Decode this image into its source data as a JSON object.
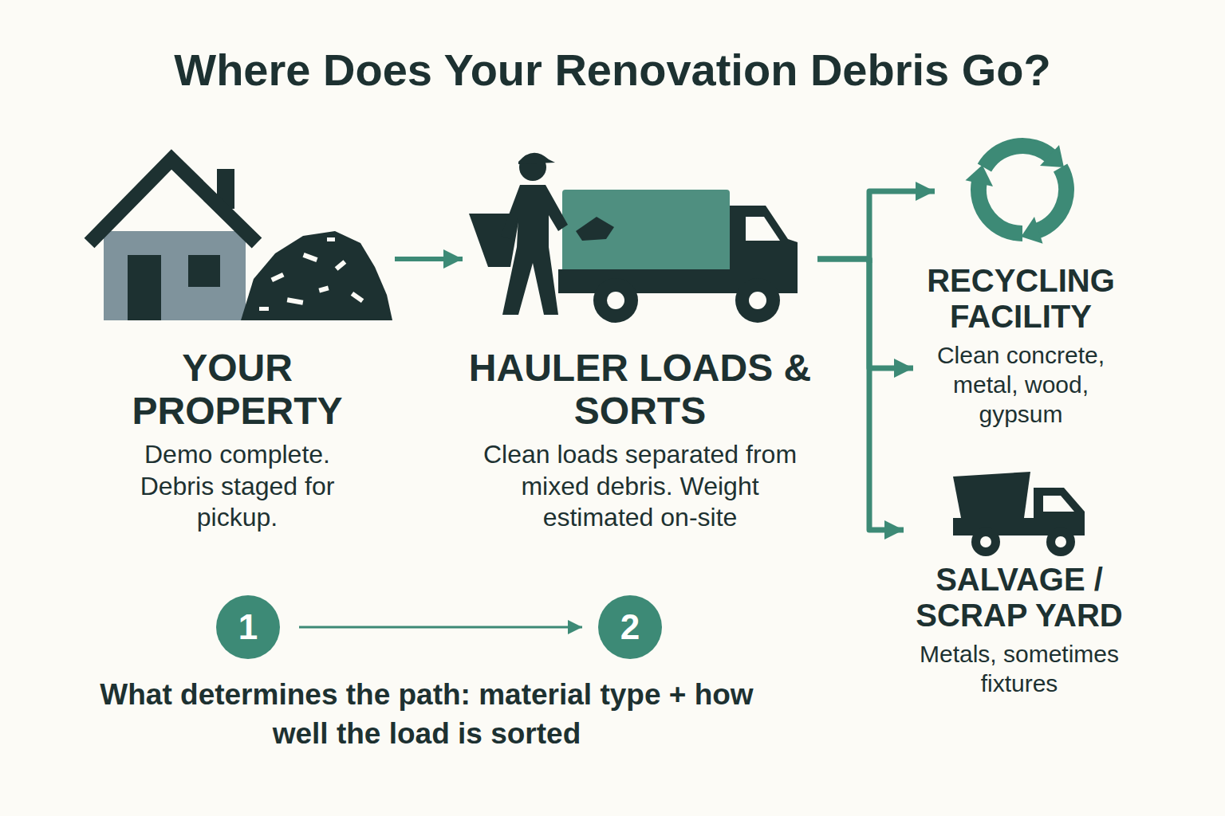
{
  "diagram": {
    "title": "Where Does Your Renovation Debris Go?",
    "nodes": [
      {
        "text": [
          "YOUR PROPERTY",
          "Demo complete. Debris staged for pickup."
        ]
      },
      {
        "text": [
          "HAULER LOADS & SORTS",
          "Clean loads separated from mixed debris. Weight estimated on-site"
        ]
      },
      {
        "text": [
          "RECYCLING FACILITY",
          "Clean concrete, metal, wood, gypsum"
        ]
      },
      {
        "text": [
          "SALVAGE / SCRAP YARD",
          "Metals, sometimes fixtures"
        ]
      },
      {
        "text": [
          "1"
        ]
      },
      {
        "text": [
          "2"
        ]
      }
    ],
    "edges": [
      {
        "from": 0,
        "to": 1,
        "arrow": "to"
      },
      {
        "from": 1,
        "to": 2,
        "arrow": "to"
      },
      {
        "from": 1,
        "to": 3,
        "arrow": "to"
      },
      {
        "from": 4,
        "to": 5,
        "arrow": "to"
      }
    ],
    "labels": [
      "What determines the path: material type + how well the load is sorted"
    ]
  }
}
